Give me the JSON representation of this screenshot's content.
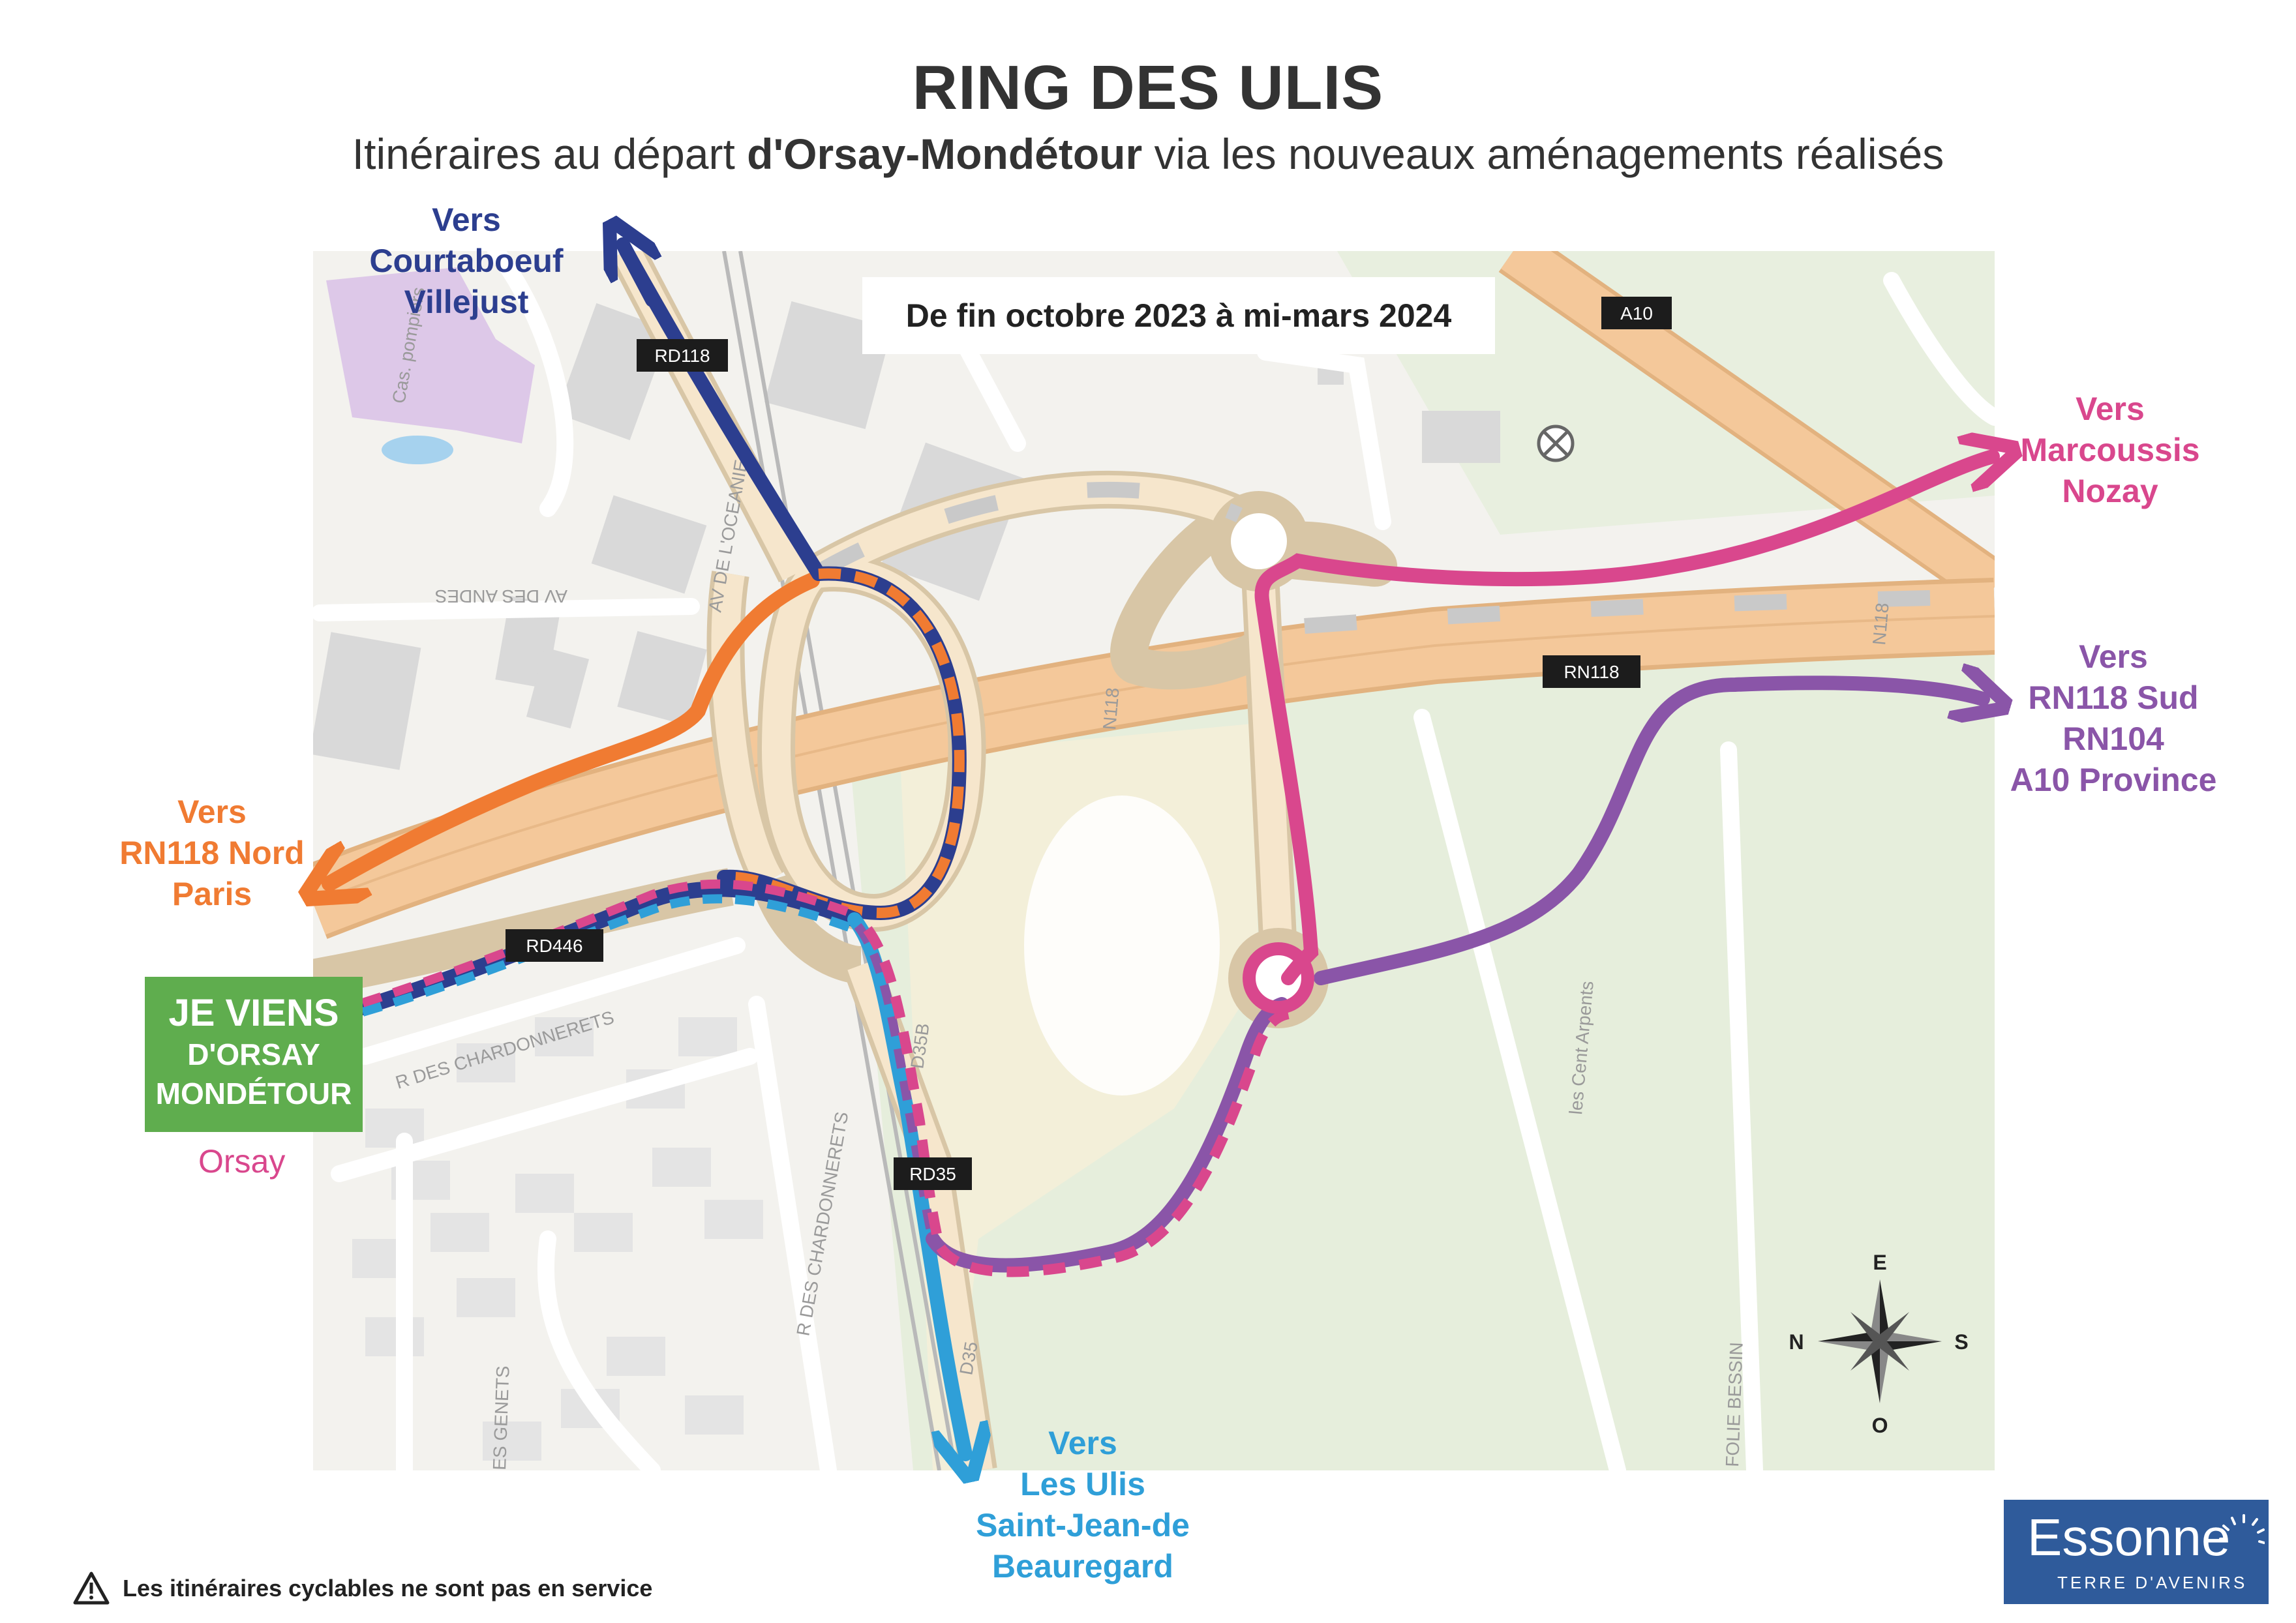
{
  "title": "RING DES ULIS",
  "subtitle": {
    "before": "Itinéraires au départ ",
    "bold": "d'Orsay-Mondétour",
    "after": " via les nouveaux aménagements réalisés"
  },
  "period": "De fin octobre 2023 à mi-mars 2024",
  "origin": {
    "line1": "JE VIENS",
    "line2": "D'ORSAY",
    "line3": "MONDÉTOUR",
    "town": "Orsay"
  },
  "destinations": {
    "courtaboeuf": {
      "lines": [
        "Vers",
        "Courtaboeuf",
        "Villejust"
      ],
      "color": "#2c3e8f"
    },
    "marcoussis": {
      "lines": [
        "Vers",
        "Marcoussis",
        "Nozay"
      ],
      "color": "#d9478d"
    },
    "rn118_sud": {
      "lines": [
        "Vers",
        "RN118 Sud",
        "RN104",
        "A10 Province"
      ],
      "color": "#8a55a8"
    },
    "rn118_nord": {
      "lines": [
        "Vers",
        "RN118 Nord",
        "Paris"
      ],
      "color": "#f07b32"
    },
    "les_ulis": {
      "lines": [
        "Vers",
        "Les Ulis",
        "Saint-Jean-de",
        "Beauregard"
      ],
      "color": "#2f9fd8"
    }
  },
  "road_labels": {
    "rd118": "RD118",
    "a10": "A10",
    "rn118": "RN118",
    "rd446": "RD446",
    "rd35": "RD35"
  },
  "map_text": {
    "cas_pompiers": "Cas. pompiers",
    "av_des_andes": "AV DES ANDES",
    "av_oceanie": "AV DE L'OCEANIE",
    "r_chardonnerets": "R DES CHARDONNERETS",
    "r_chardonnerets_2": "R DES CHARDONNERETS",
    "les_genets": "ES GENETS",
    "d35b": "D35B",
    "d35": "D35",
    "les_cent_arpents": "les Cent Arpents",
    "folie_bessin": "FOLIE BESSIN",
    "n118_a": "N118",
    "n118_b": "N118"
  },
  "compass": {
    "n": "N",
    "s": "S",
    "e": "E",
    "o": "O"
  },
  "footnote": "Les itinéraires cyclables ne sont pas en service",
  "logo": {
    "name": "Essonne",
    "tagline": "TERRE D'AVENIRS"
  },
  "colors": {
    "route_courtaboeuf": "#2c3e8f",
    "route_marcoussis": "#d9478d",
    "route_rn118_sud": "#8a55a8",
    "route_rn118_nord": "#f07b32",
    "route_les_ulis": "#2f9fd8",
    "origin_box": "#5fad4e",
    "logo_bg": "#2f5b9b",
    "motorway": "#f4c89a"
  }
}
